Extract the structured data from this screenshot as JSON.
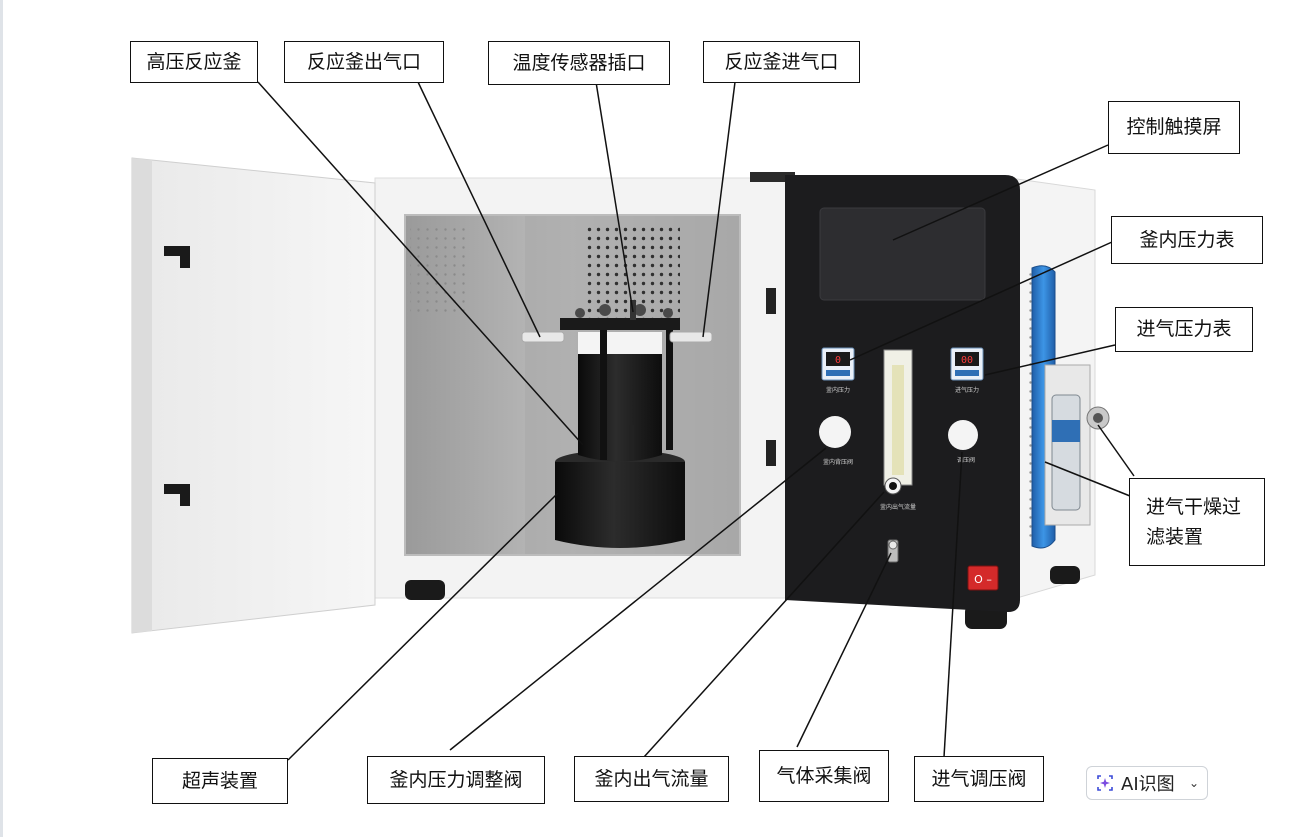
{
  "labels": {
    "high_pressure_reactor": "高压反应釜",
    "reactor_outlet": "反应釜出气口",
    "temp_sensor_port": "温度传感器插口",
    "reactor_inlet": "反应釜进气口",
    "touch_screen": "控制触摸屏",
    "inner_pressure_gauge": "釜内压力表",
    "inlet_pressure_gauge": "进气压力表",
    "inlet_dryer_filter_line1": "进气干燥过",
    "inlet_dryer_filter_line2": "滤装置",
    "ultrasonic_device": "超声装置",
    "inner_pressure_valve": "釜内压力调整阀",
    "inner_outflow": "釜内出气流量",
    "gas_sampling_valve": "气体采集阀",
    "inlet_pressure_valve": "进气调压阀"
  },
  "panel": {
    "gauge1_caption": "釜内压力",
    "gauge2_caption": "进气压力",
    "valve1_caption": "釜内背压阀",
    "valve2_caption": "调压阀",
    "flow_caption": "釜内出气流量",
    "gauge1_value": "0",
    "gauge2_value": "00"
  },
  "toolbar": {
    "ai_button_label": "AI识图"
  },
  "colors": {
    "panel": "#1c1c1e",
    "housing": "#f1f1f1",
    "accent_blue": "#2f7fd0",
    "power_red": "#d42a2a"
  }
}
